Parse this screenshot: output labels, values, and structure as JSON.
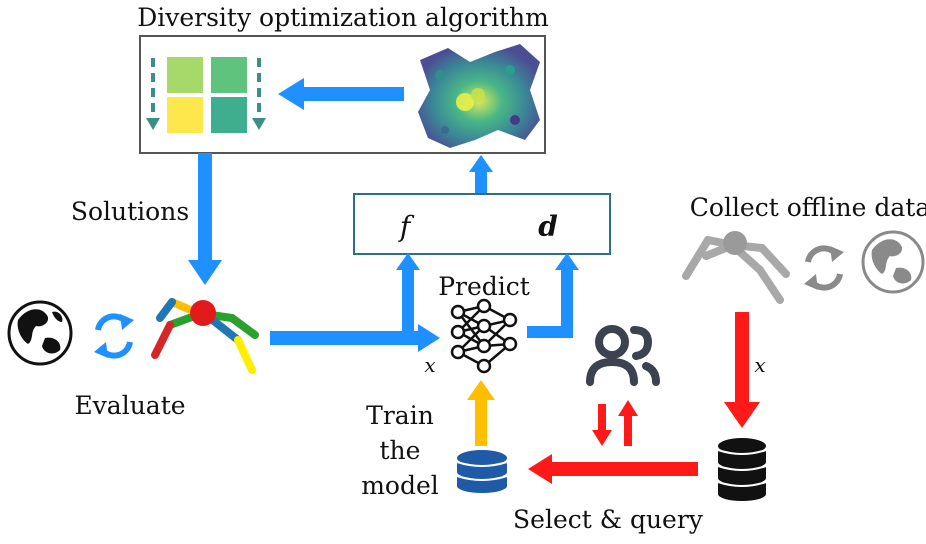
{
  "title": "Diversity optimization algorithm",
  "labels": {
    "solutions": "Solutions",
    "evaluate": "Evaluate",
    "predict": "Predict",
    "collect": "Collect offline data",
    "train_line1": "Train",
    "train_line2": "the",
    "train_line3": "model",
    "select": "Select & query",
    "x_left": "x",
    "x_right": "x"
  },
  "model_outputs": {
    "f": "f",
    "d": "d"
  },
  "icons": [
    "grid-archive-icon",
    "hexbin-map-icon",
    "globe-icon",
    "cycle-icon",
    "robot-icon",
    "neural-net-icon",
    "users-icon",
    "database-icon",
    "gray-robot-icon",
    "gray-cycle-icon",
    "gray-globe-icon"
  ],
  "colors": {
    "blue_arrow": "#1e90ff",
    "red_arrow": "#ff1a1a",
    "orange_arrow": "#ffbf00",
    "box_border": "#2e6f87",
    "db_blue": "#1e5aa8",
    "db_black": "#111111",
    "gray": "#9a9a9a"
  }
}
